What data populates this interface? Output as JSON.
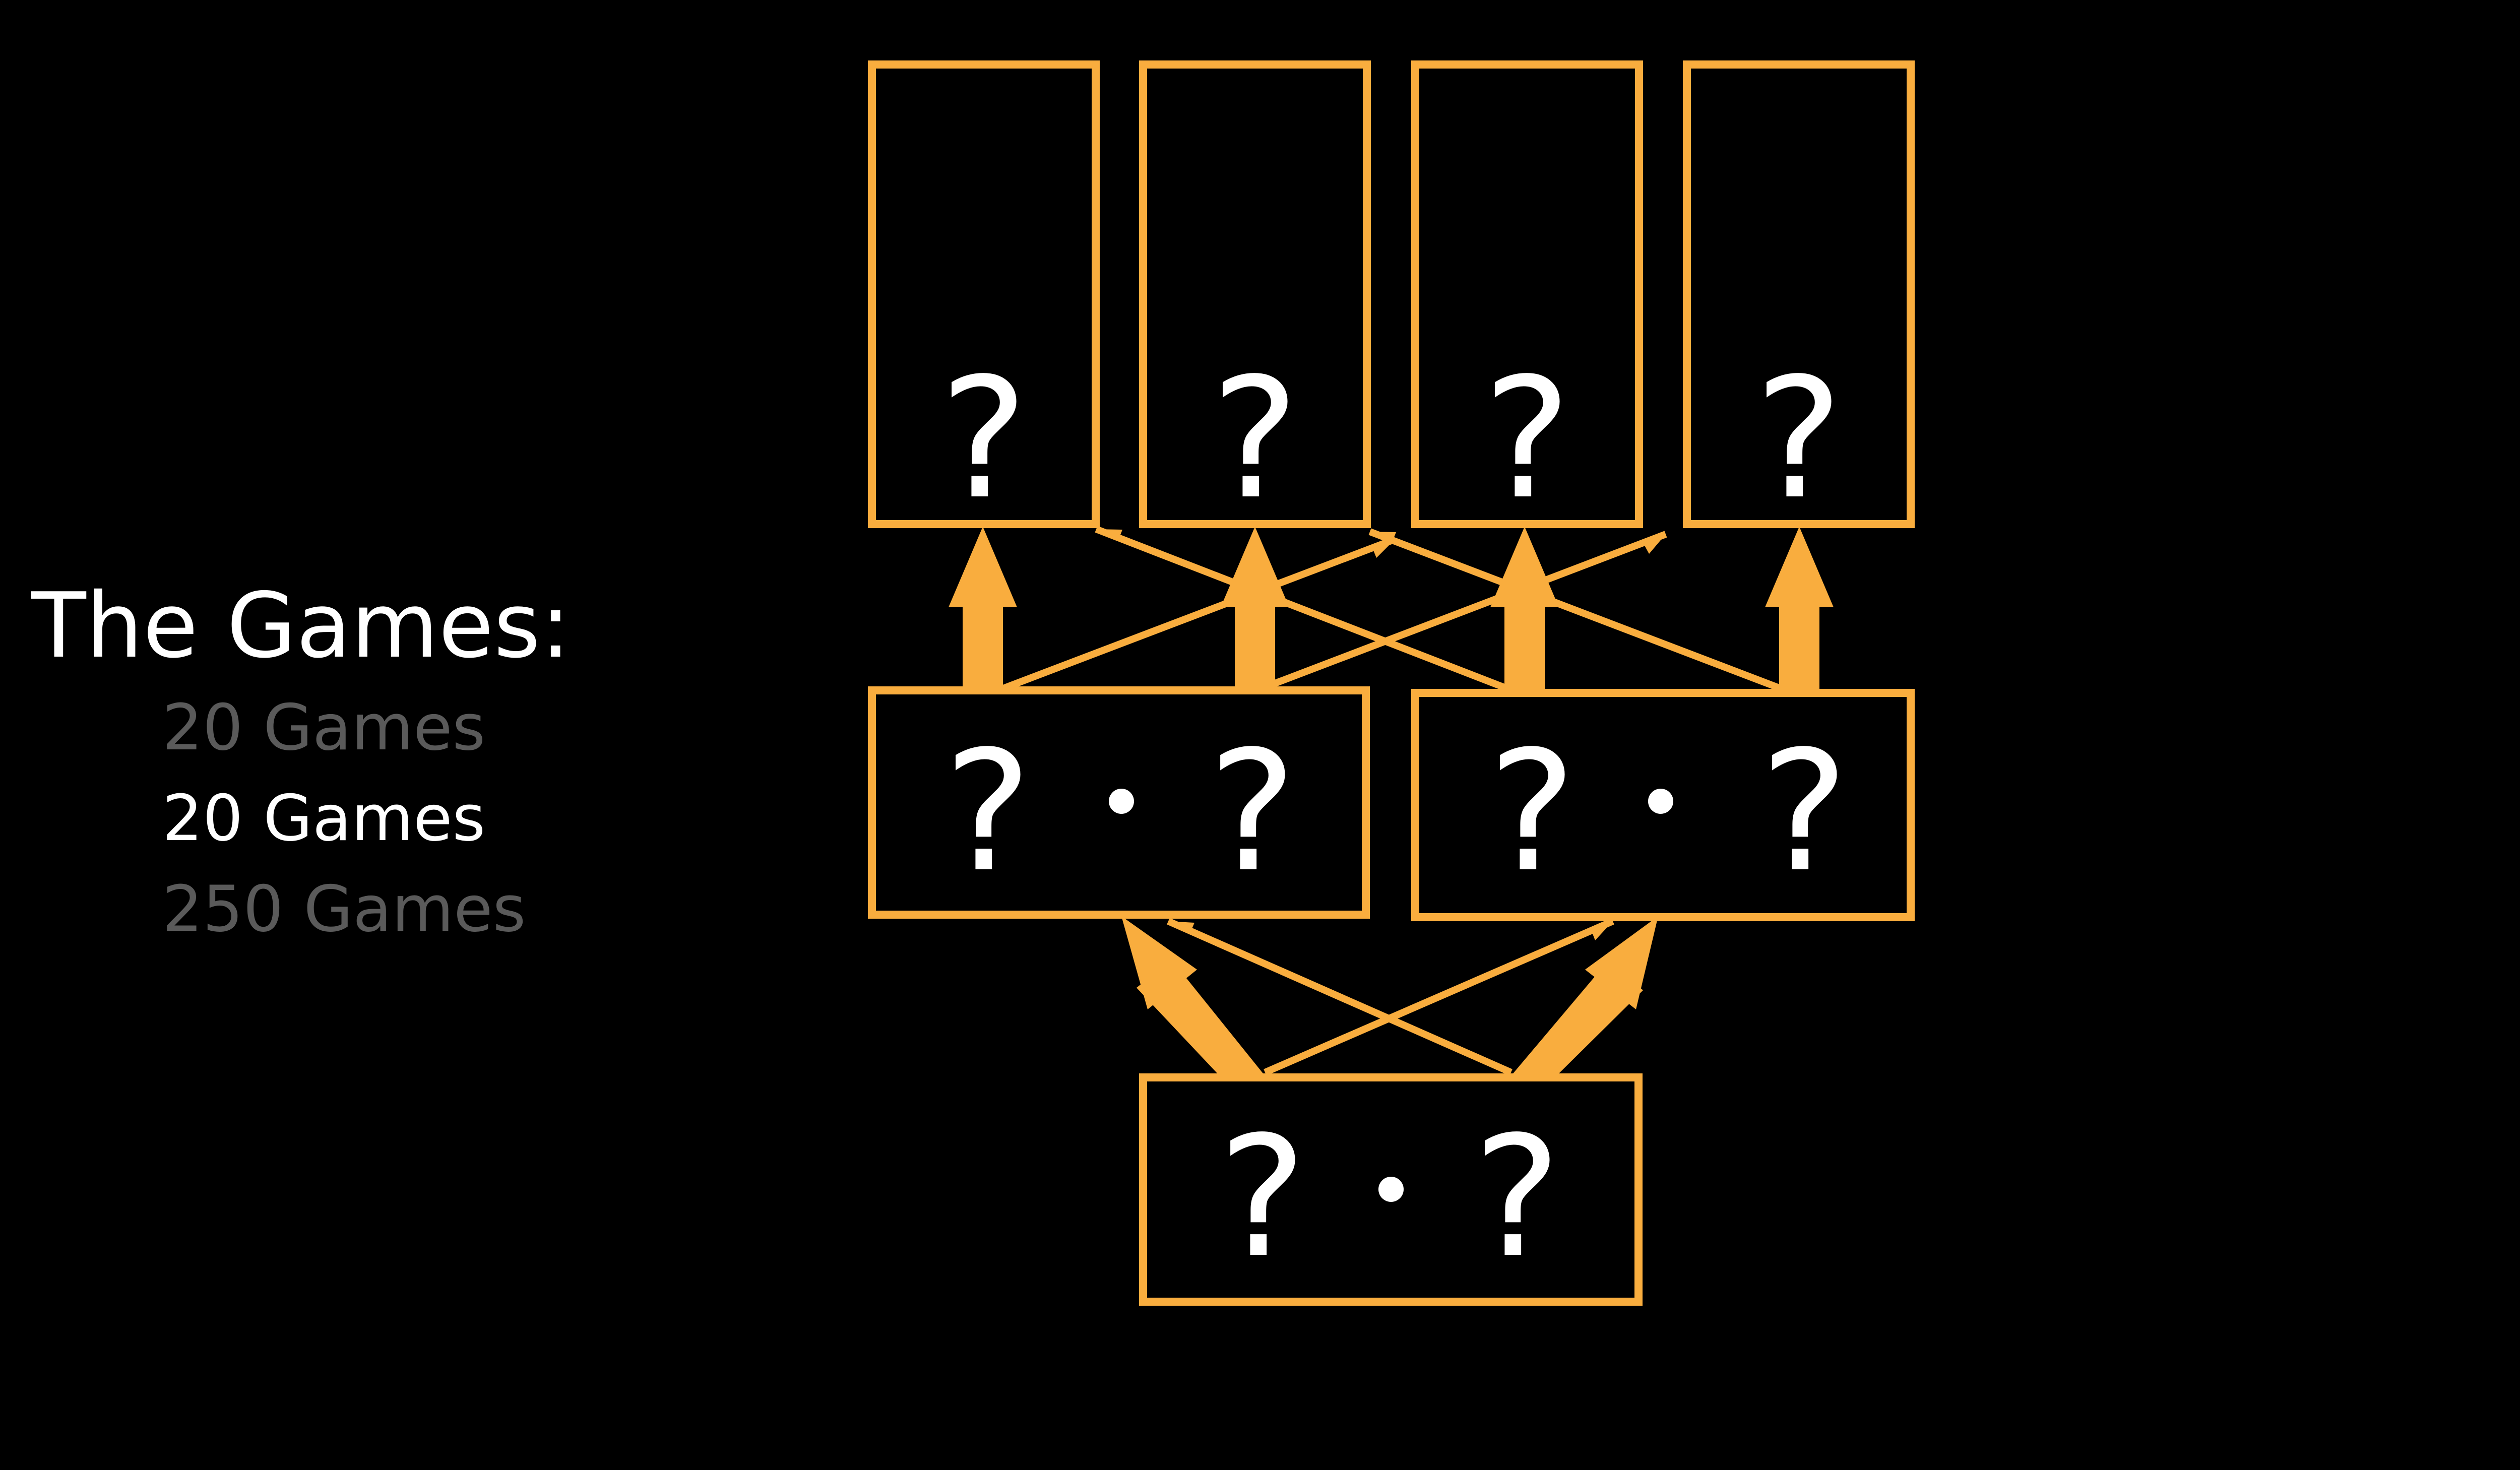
{
  "colors": {
    "background": "#000000",
    "accent": "#f9ad3e",
    "text_active": "#ffffff",
    "text_muted": "#5a5a5a"
  },
  "games_panel": {
    "title": "The Games:",
    "items": [
      {
        "label": "20 Games",
        "state": "muted",
        "color": "#5a5a5a"
      },
      {
        "label": "20 Games",
        "state": "active",
        "color": "#ffffff"
      },
      {
        "label": "250 Games",
        "state": "muted",
        "color": "#5a5a5a"
      }
    ]
  },
  "diagram": {
    "unknown_symbol": "?",
    "top_boxes": [
      {
        "label": "?"
      },
      {
        "label": "?"
      },
      {
        "label": "?"
      },
      {
        "label": "?"
      }
    ],
    "middle_boxes": [
      {
        "left": "?",
        "right": "?"
      },
      {
        "left": "?",
        "right": "?"
      }
    ],
    "bottom_box": {
      "left": "?",
      "right": "?"
    }
  }
}
